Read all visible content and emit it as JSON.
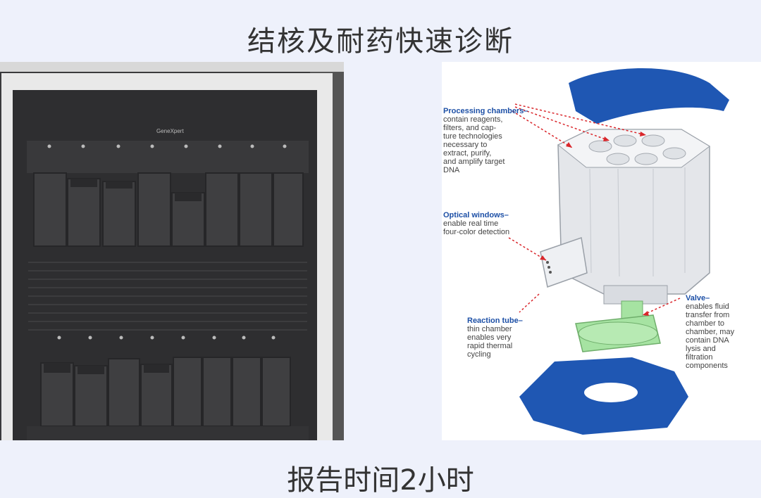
{
  "title": "结核及耐药快速诊断",
  "footer": "报告时间2小时",
  "photo": {
    "brand_label": "GeneXpert"
  },
  "diagram": {
    "labels": [
      {
        "heading": "Processing chambers–",
        "lines": [
          "contain reagents,",
          "filters, and cap-",
          "ture technologies",
          "necessary to",
          "extract, purify,",
          "and amplify target",
          "DNA"
        ]
      },
      {
        "heading": "Optical windows–",
        "lines": [
          "enable real time",
          "four-color detection"
        ]
      },
      {
        "heading": "Reaction tube–",
        "lines": [
          "thin chamber",
          "enables very",
          "rapid thermal",
          "cycling"
        ]
      },
      {
        "heading": "Valve–",
        "lines": [
          "enables fluid",
          "transfer from",
          "chamber to",
          "chamber, may",
          "contain DNA",
          "lysis and",
          "filtration",
          "components"
        ]
      }
    ]
  },
  "colors": {
    "background": "#eef1fb",
    "label_heading": "#1c4fa6",
    "cap_blue": "#1f57b3",
    "valve_green": "#a6e3a2",
    "arrow_red": "#d9262b"
  }
}
